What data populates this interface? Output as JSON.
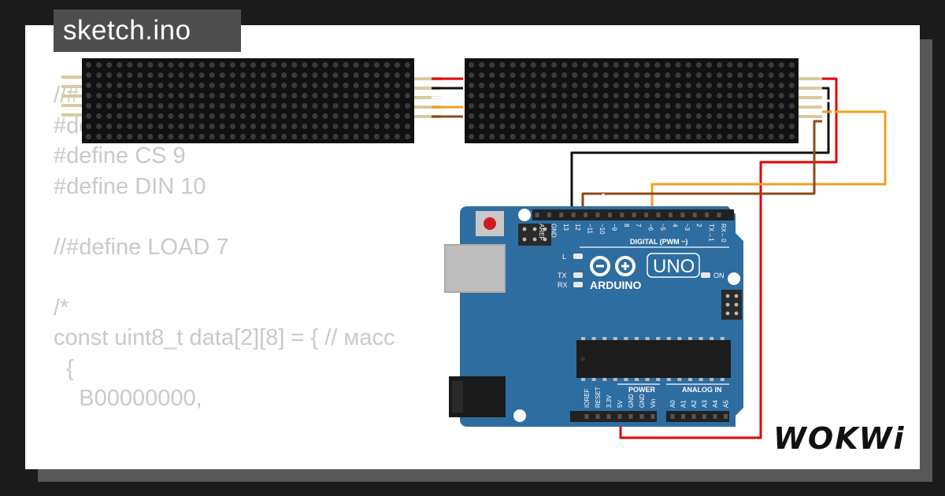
{
  "title": "sketch.ino",
  "code_lines": [
    "//#",
    "#define CLK 8",
    "#define CS 9",
    "#define DIN 10",
    "",
    "//#define LOAD 7",
    "",
    "/*",
    "const uint8_t data[2][8] = { // масс",
    "  {",
    "    B00000000,"
  ],
  "brand": "WOKWi",
  "board": {
    "logo_text": "ARDUINO",
    "model": "UNO",
    "digital_header_label": "DIGITAL (PWM ~)",
    "power_label": "POWER",
    "analog_label": "ANALOG IN",
    "led_l": "L",
    "led_tx": "TX",
    "led_rx": "RX",
    "led_on": "ON",
    "digital_pins": [
      "AREF",
      "GND",
      "13",
      "12",
      "~11",
      "~10",
      "~9",
      "8",
      "7",
      "~6",
      "~5",
      "4",
      "~3",
      "2",
      "TX→1",
      "RX←0"
    ],
    "power_pins": [
      "IOREF",
      "RESET",
      "3.3V",
      "5V",
      "GND",
      "GND",
      "Vin"
    ],
    "analog_pins": [
      "A0",
      "A1",
      "A2",
      "A3",
      "A4",
      "A5"
    ]
  },
  "colors": {
    "board_blue": "#2e6da0",
    "matrix": "#111111",
    "matrix_dot": "#3a3a3a",
    "wire_red": "#e00000",
    "wire_black": "#111111",
    "wire_brown": "#8a4b1d",
    "wire_orange": "#f0a01e"
  }
}
